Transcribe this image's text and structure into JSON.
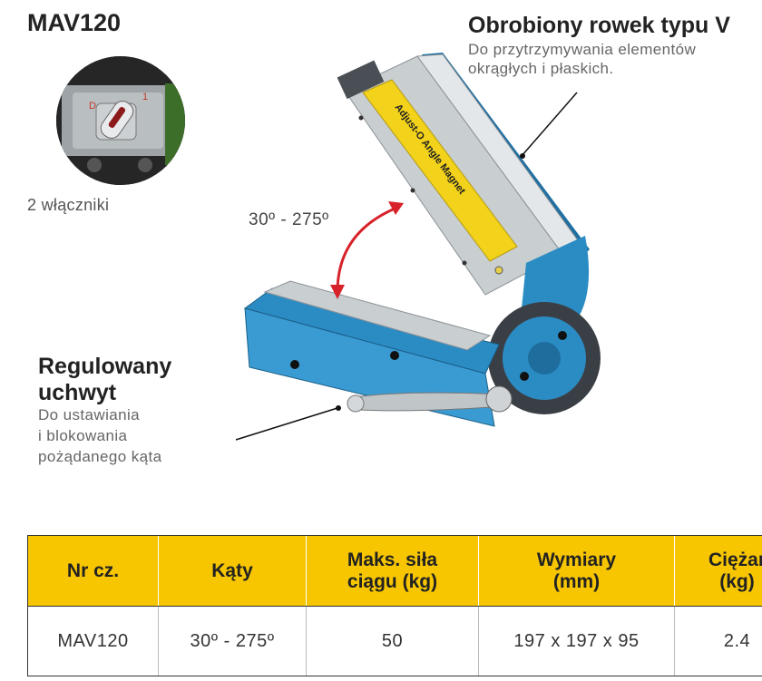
{
  "model": {
    "title": "MAV120"
  },
  "switch_inset": {
    "caption": "2 włączniki",
    "labels": [
      "D",
      "1"
    ]
  },
  "vgroove": {
    "title": "Obrobiony rowek typu V",
    "desc_line1": "Do przytrzymywania elementów",
    "desc_line2": "okrągłych i płaskich."
  },
  "angle": {
    "label": "30º - 275º"
  },
  "product": {
    "label_text": "Adjust-O Angle Magnet"
  },
  "handle": {
    "title_line1": "Regulowany",
    "title_line2": "uchwyt",
    "desc_line1": "Do ustawiania",
    "desc_line2": "i blokowania",
    "desc_line3": "pożądanego kąta"
  },
  "table": {
    "headers": [
      {
        "line1": "Nr cz.",
        "line2": ""
      },
      {
        "line1": "Kąty",
        "line2": ""
      },
      {
        "line1": "Maks. siła",
        "line2": "ciągu (kg)"
      },
      {
        "line1": "Wymiary",
        "line2": "(mm)"
      },
      {
        "line1": "Ciężar",
        "line2": "(kg)"
      }
    ],
    "rows": [
      [
        "MAV120",
        "30º - 275º",
        "50",
        "197 x 197 x 95",
        "2.4"
      ]
    ]
  },
  "colors": {
    "header_bg": "#f7c600",
    "magnet_blue": "#2b8cc4",
    "label_yellow": "#f2d21a"
  }
}
